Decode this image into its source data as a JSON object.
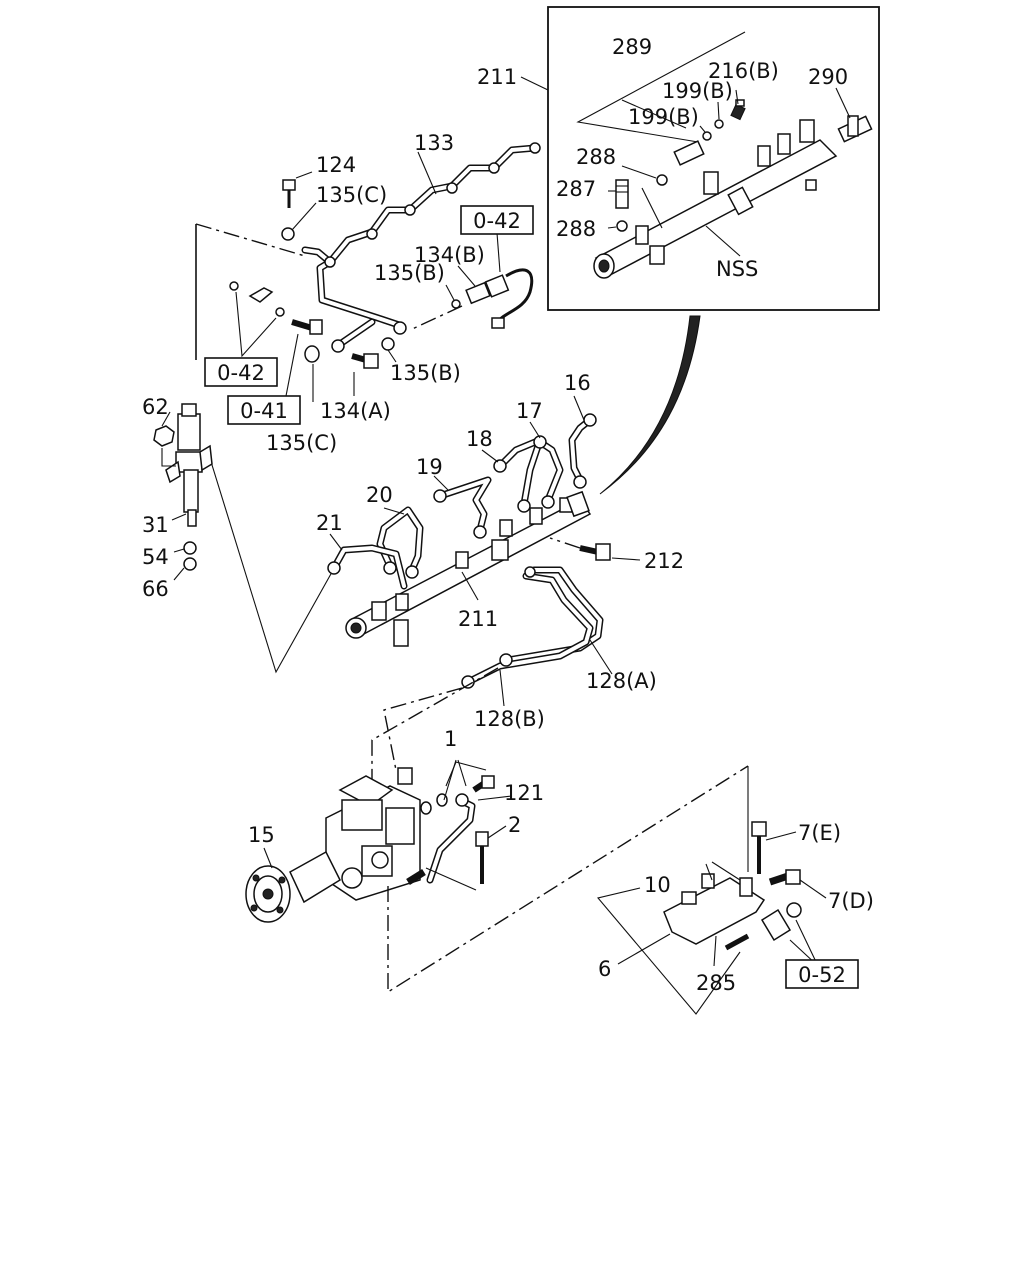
{
  "diagram": {
    "labels": [
      {
        "id": "289",
        "text": "289"
      },
      {
        "id": "216b",
        "text": "216(B)"
      },
      {
        "id": "290",
        "text": "290"
      },
      {
        "id": "199b-1",
        "text": "199(B)"
      },
      {
        "id": "199b-2",
        "text": "199(B)"
      },
      {
        "id": "288-1",
        "text": "288"
      },
      {
        "id": "287",
        "text": "287"
      },
      {
        "id": "288-2",
        "text": "288"
      },
      {
        "id": "nss",
        "text": "NSS"
      },
      {
        "id": "211-top",
        "text": "211"
      },
      {
        "id": "133",
        "text": "133"
      },
      {
        "id": "124",
        "text": "124"
      },
      {
        "id": "135c-1",
        "text": "135(C)"
      },
      {
        "id": "134b",
        "text": "134(B)"
      },
      {
        "id": "135b-1",
        "text": "135(B)"
      },
      {
        "id": "135b-2",
        "text": "135(B)"
      },
      {
        "id": "134a",
        "text": "134(A)"
      },
      {
        "id": "135c-2",
        "text": "135(C)"
      },
      {
        "id": "62",
        "text": "62"
      },
      {
        "id": "31",
        "text": "31"
      },
      {
        "id": "54",
        "text": "54"
      },
      {
        "id": "66",
        "text": "66"
      },
      {
        "id": "16",
        "text": "16"
      },
      {
        "id": "17",
        "text": "17"
      },
      {
        "id": "18",
        "text": "18"
      },
      {
        "id": "19",
        "text": "19"
      },
      {
        "id": "20",
        "text": "20"
      },
      {
        "id": "21",
        "text": "21"
      },
      {
        "id": "212",
        "text": "212"
      },
      {
        "id": "211-mid",
        "text": "211"
      },
      {
        "id": "128a",
        "text": "128(A)"
      },
      {
        "id": "128b",
        "text": "128(B)"
      },
      {
        "id": "1",
        "text": "1"
      },
      {
        "id": "121",
        "text": "121"
      },
      {
        "id": "2",
        "text": "2"
      },
      {
        "id": "15",
        "text": "15"
      },
      {
        "id": "7e",
        "text": "7(E)"
      },
      {
        "id": "10",
        "text": "10"
      },
      {
        "id": "7d",
        "text": "7(D)"
      },
      {
        "id": "6",
        "text": "6"
      },
      {
        "id": "285",
        "text": "285"
      }
    ],
    "refs": [
      {
        "id": "ref-042-right",
        "text": "0-42"
      },
      {
        "id": "ref-042-left",
        "text": "0-42"
      },
      {
        "id": "ref-041",
        "text": "0-41"
      },
      {
        "id": "ref-052",
        "text": "0-52"
      }
    ]
  }
}
